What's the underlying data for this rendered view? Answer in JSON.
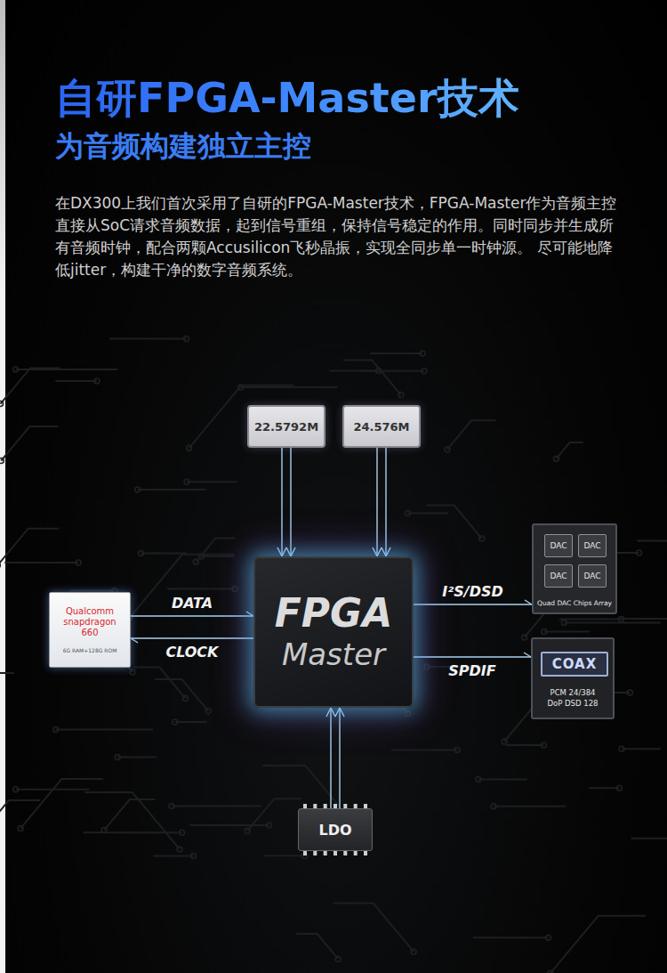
{
  "diagram": {
    "title": "自研FPGA-Master技术",
    "nodes": [
      {
        "text": [
          "22.5792M"
        ]
      },
      {
        "text": [
          "24.576M"
        ]
      },
      {
        "text": [
          "FPGA",
          "Master"
        ]
      },
      {
        "text": [
          "Qualcomm snapdragon 660",
          "6G RAM+128G ROM"
        ]
      },
      {
        "text": [
          "Quad DAC Chips Array"
        ]
      },
      {
        "text": [
          "DAC"
        ],
        "in": 4
      },
      {
        "text": [
          "DAC"
        ],
        "in": 4
      },
      {
        "text": [
          "DAC"
        ],
        "in": 4
      },
      {
        "text": [
          "DAC"
        ],
        "in": 4
      },
      {
        "text": [
          "PCM 24/384 DoP DSD 128"
        ]
      },
      {
        "text": [
          "COAX"
        ],
        "in": 9
      },
      {
        "text": [
          "LDO"
        ]
      }
    ],
    "edges": [
      {
        "from": 0,
        "to": 2,
        "arrow": "to"
      },
      {
        "from": 1,
        "to": 2,
        "arrow": "to"
      },
      {
        "from": 3,
        "to": 2,
        "label": "DATA",
        "arrow": "to"
      },
      {
        "from": 2,
        "to": 3,
        "label": "CLOCK",
        "arrow": "to"
      },
      {
        "from": 2,
        "to": 4,
        "label": "I²S/DSD",
        "arrow": "to"
      },
      {
        "from": 2,
        "to": 9,
        "label": "SPDIF",
        "arrow": "to"
      },
      {
        "from": 11,
        "to": 2,
        "arrow": "to"
      }
    ],
    "labels": [
      "为音频构建独立主控",
      "在DX300上我们首次采用了自研的FPGA-Master技术，FPGA-Master作为音频主控直接从SoC请求音频数据，起到信号重组，保持信号稳定的作用。同时同步并生成所有音频时钟，配合两颗Accusilicon飞秒晶振，实现全同步单一时钟源。 尽可能地降低jitter，构建干净的数字音频系统。"
    ]
  }
}
